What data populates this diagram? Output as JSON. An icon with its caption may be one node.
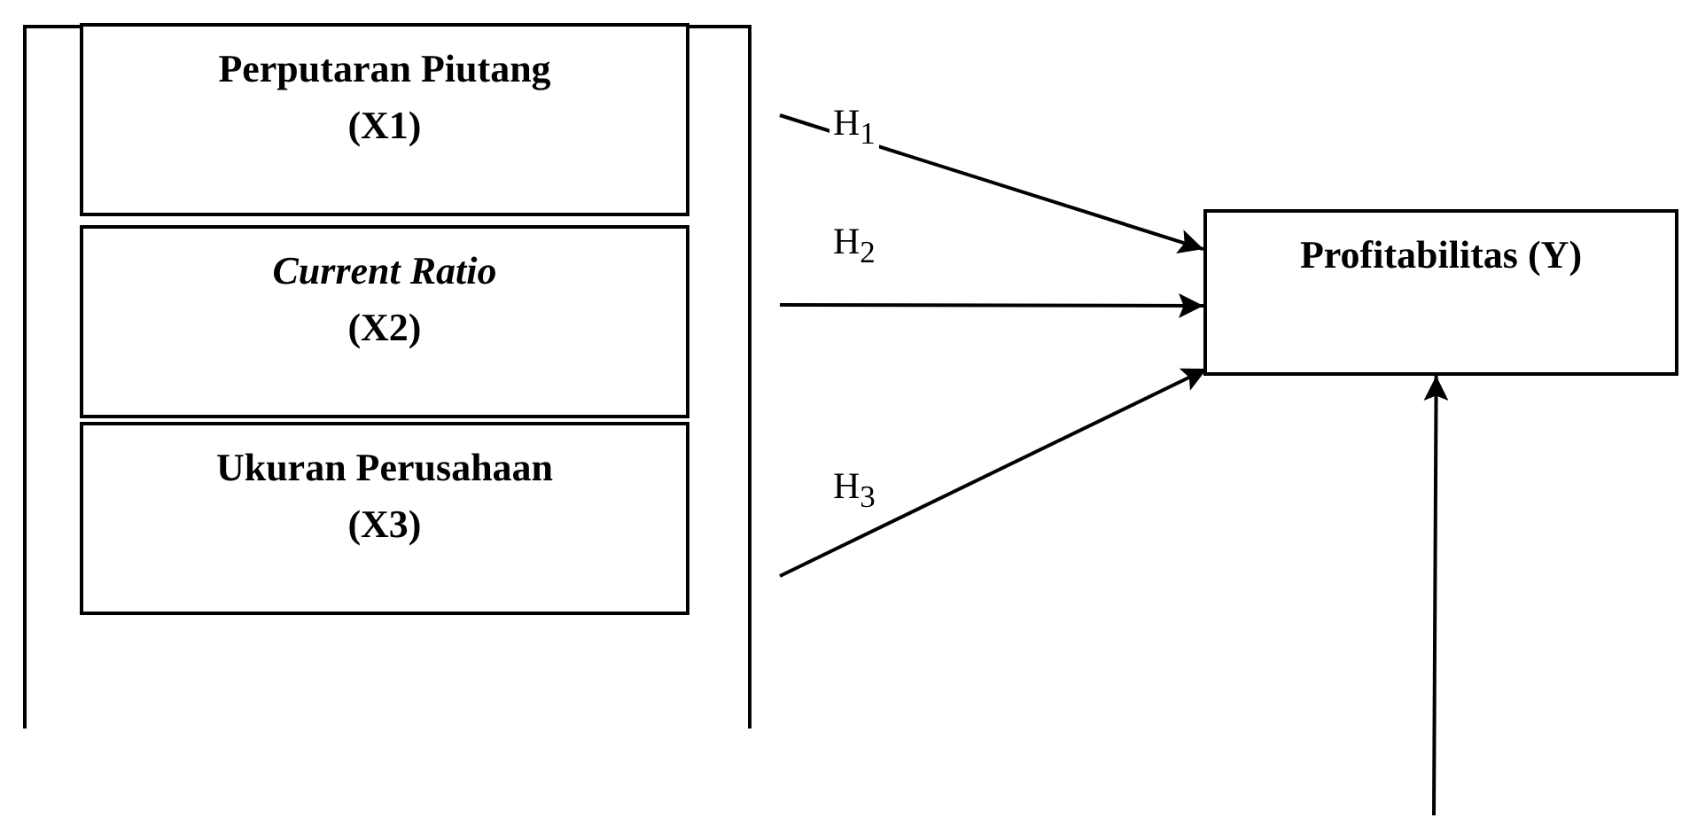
{
  "diagram": {
    "nodes": [
      {
        "text": [],
        "shape": "box"
      },
      {
        "text": [
          "Perputaran Piutang (X1)"
        ],
        "in": 0
      },
      {
        "text": [
          "*Current Ratio* (X2)"
        ],
        "in": 0
      },
      {
        "text": [
          "Ukuran Perusahaan (X3)"
        ],
        "in": 0
      },
      {
        "text": [
          "Profitabilitas (Y)"
        ]
      }
    ],
    "edges": [
      {
        "from": null,
        "to": 4,
        "arrow": "to",
        "label": "H$_{1}$"
      },
      {
        "from": null,
        "to": 4,
        "arrow": "to",
        "label": "H$_{2}$"
      },
      {
        "from": null,
        "to": 4,
        "arrow": "to",
        "label": "H$_{3}$"
      },
      {
        "from": null,
        "to": 4,
        "arrow": "to"
      }
    ]
  }
}
